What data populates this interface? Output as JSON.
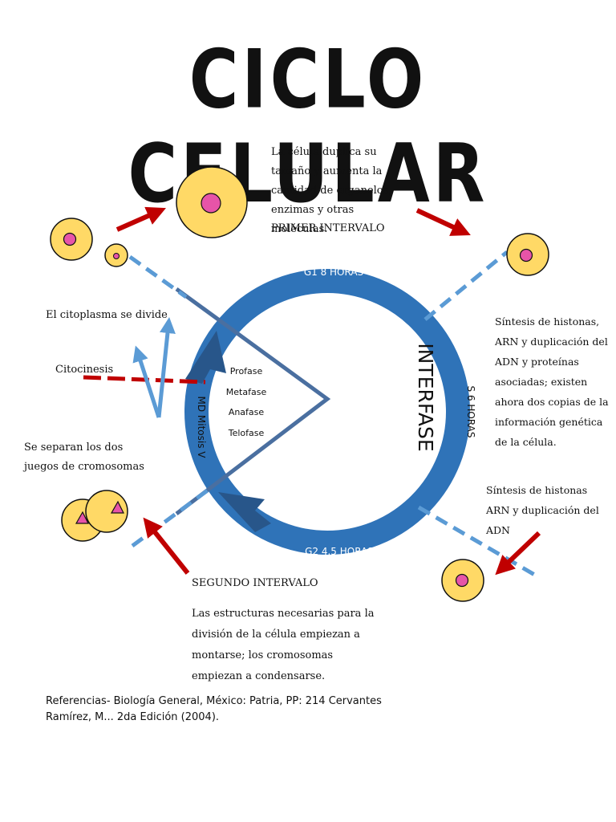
{
  "title": "CICLO CELULAR",
  "notes": {
    "g1_description": "La célula duplica su tamaño y aumenta la cantidad de organelos, enzimas y otras moléculas.",
    "g1_label": "PRIMER INTERVALO",
    "s_description": "Síntesis de histonas, ARN y duplicación del ADN y proteínas asociadas; existen ahora dos copias de la información genética de la célula.",
    "s_short": "Síntesis de histonas ARN y duplicación del ADN",
    "citoplasma": "El citoplasma se divide",
    "citocinesis": "Citocinesis",
    "cromosomas": "Se separan los dos juegos de cromosomas",
    "g2_label": "SEGUNDO INTERVALO",
    "g2_description": "Las estructuras necesarias para la división de la célula empiezan a montarse; los cromosomas empiezan a condensarse."
  },
  "cycle": {
    "center_label": "INTERFASE",
    "g1": "G1 8 HORAS",
    "s": "S 6 HORAS",
    "g2": "G2 4.5 HORAS",
    "m": "MD Mitosis V",
    "mitosis_phases": [
      "Profase",
      "Metafase",
      "Anafase",
      "Telofase"
    ]
  },
  "reference": "Referencias- Biología General, México: Patria, PP: 214 Cervantes Ramírez, M... 2da Edición (2004).",
  "colors": {
    "ring": "#2f73b8",
    "dark_arrow": "#28568a",
    "light_blue": "#5b9bd5",
    "red": "#c00000",
    "cell_fill": "#ffd966",
    "nucleus": "#e754a8"
  }
}
